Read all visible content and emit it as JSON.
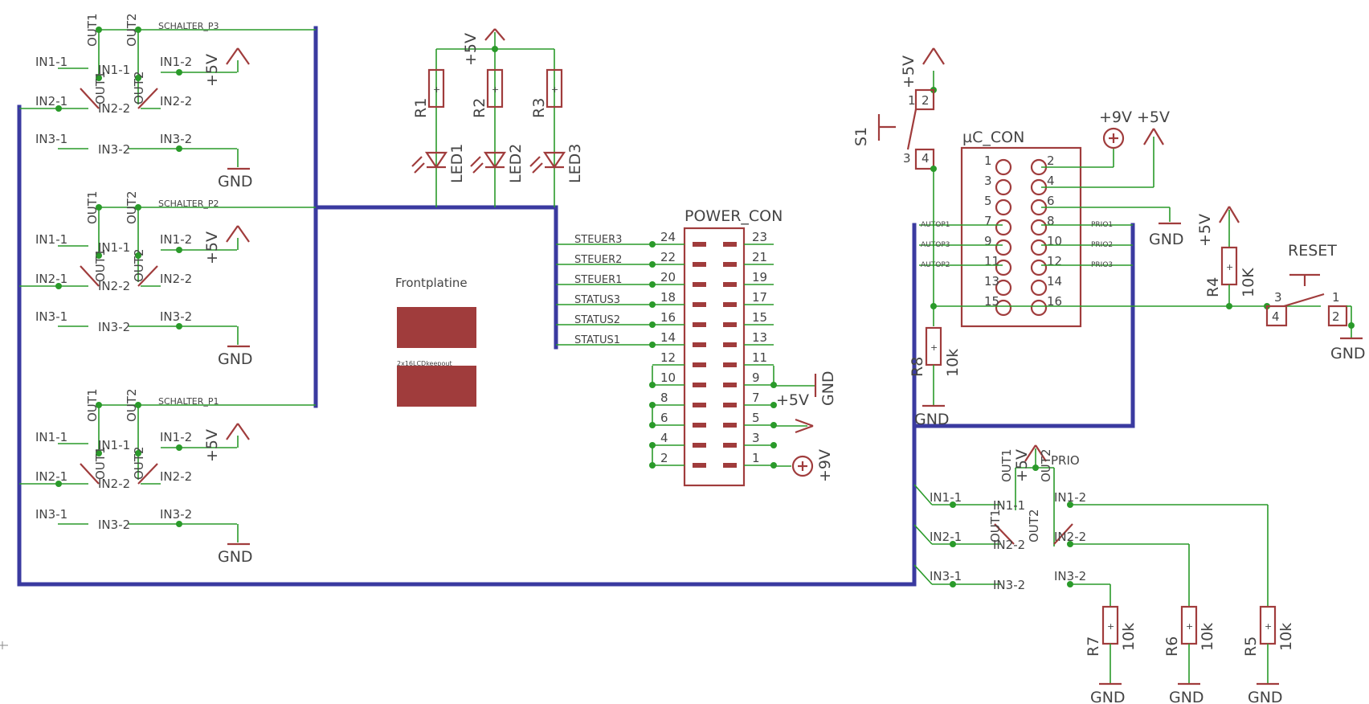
{
  "schematic": {
    "switch_blocks": [
      {
        "net": "SCHALTER_P3",
        "out1": "OUT1",
        "out2": "OUT2",
        "in1a": "IN1-1",
        "in1b": "IN1-2",
        "in2a": "IN2-1",
        "in2b": "IN2-2",
        "in3a": "IN3-1",
        "in3b": "IN3-2",
        "sub1": "IN1-1",
        "sub2": "IN2-2",
        "sub3": "IN3-2",
        "vout1": "OUT1",
        "vout2": "OUT2",
        "power": "+5V",
        "gnd": "GND"
      },
      {
        "net": "SCHALTER_P2",
        "out1": "OUT1",
        "out2": "OUT2",
        "in1a": "IN1-1",
        "in1b": "IN1-2",
        "in2a": "IN2-1",
        "in2b": "IN2-2",
        "in3a": "IN3-1",
        "in3b": "IN3-2",
        "sub1": "IN1-1",
        "sub2": "IN2-2",
        "sub3": "IN3-2",
        "vout1": "OUT1",
        "vout2": "OUT2",
        "power": "+5V",
        "gnd": "GND"
      },
      {
        "net": "SCHALTER_P1",
        "out1": "OUT1",
        "out2": "OUT2",
        "in1a": "IN1-1",
        "in1b": "IN1-2",
        "in2a": "IN2-1",
        "in2b": "IN2-2",
        "in3a": "IN3-1",
        "in3b": "IN3-2",
        "sub1": "IN1-1",
        "sub2": "IN2-2",
        "sub3": "IN3-2",
        "vout1": "OUT1",
        "vout2": "OUT2",
        "power": "+5V",
        "gnd": "GND"
      }
    ],
    "leds": {
      "supply": "+5V",
      "resistors": [
        "R1",
        "R2",
        "R3"
      ],
      "diodes": [
        "LED1",
        "LED2",
        "LED3"
      ]
    },
    "front": {
      "title": "Frontplatine",
      "keepout": "2x16LCDkeepout"
    },
    "power_con": {
      "title": "POWER_CON",
      "left_pins": [
        "24",
        "22",
        "20",
        "18",
        "16",
        "14",
        "12",
        "10",
        "8",
        "6",
        "4",
        "2"
      ],
      "right_pins": [
        "23",
        "21",
        "19",
        "17",
        "15",
        "13",
        "11",
        "9",
        "7",
        "5",
        "3",
        "1"
      ],
      "signals": [
        "STEUER3",
        "STEUER2",
        "STEUER1",
        "STATUS3",
        "STATUS2",
        "STATUS1"
      ],
      "gnd": "GND",
      "v5": "+5V",
      "v9": "+9V"
    },
    "uc_con": {
      "title": "µC_CON",
      "left_pins": [
        "1",
        "3",
        "5",
        "7",
        "9",
        "11",
        "13",
        "15"
      ],
      "right_pins": [
        "2",
        "4",
        "6",
        "8",
        "10",
        "12",
        "14",
        "16"
      ],
      "left_nets": [
        "AUTOP1",
        "AUTOP3",
        "AUTOP2"
      ],
      "right_nets": [
        "PRIO1",
        "PRIO2",
        "PRIO3"
      ],
      "v9": "+9V",
      "v5": "+5V",
      "gnd": "GND"
    },
    "s1": {
      "name": "S1",
      "supply": "+5V",
      "pins": [
        "1",
        "2",
        "3",
        "4"
      ]
    },
    "r8": {
      "name": "R8",
      "value": "10k",
      "gnd": "GND"
    },
    "reset": {
      "name": "RESET",
      "r_name": "R4",
      "r_value": "10K",
      "supply": "+5V",
      "pins": [
        "3",
        "4",
        "1",
        "2"
      ],
      "gnd": "GND"
    },
    "prio": {
      "title": "PRIO",
      "out1": "OUT1",
      "out2": "OUT2",
      "power": "+5V",
      "in1a": "IN1-1",
      "in1b": "IN1-2",
      "in2a": "IN2-1",
      "in2b": "IN2-2",
      "in3a": "IN3-1",
      "in3b": "IN3-2",
      "sub1": "IN1-1",
      "sub2": "IN2-2",
      "sub3": "IN3-2",
      "vout1": "OUT1",
      "vout2": "OUT2",
      "resistors": [
        {
          "name": "R7",
          "value": "10k",
          "gnd": "GND"
        },
        {
          "name": "R6",
          "value": "10k",
          "gnd": "GND"
        },
        {
          "name": "R5",
          "value": "10k",
          "gnd": "GND"
        }
      ]
    }
  }
}
